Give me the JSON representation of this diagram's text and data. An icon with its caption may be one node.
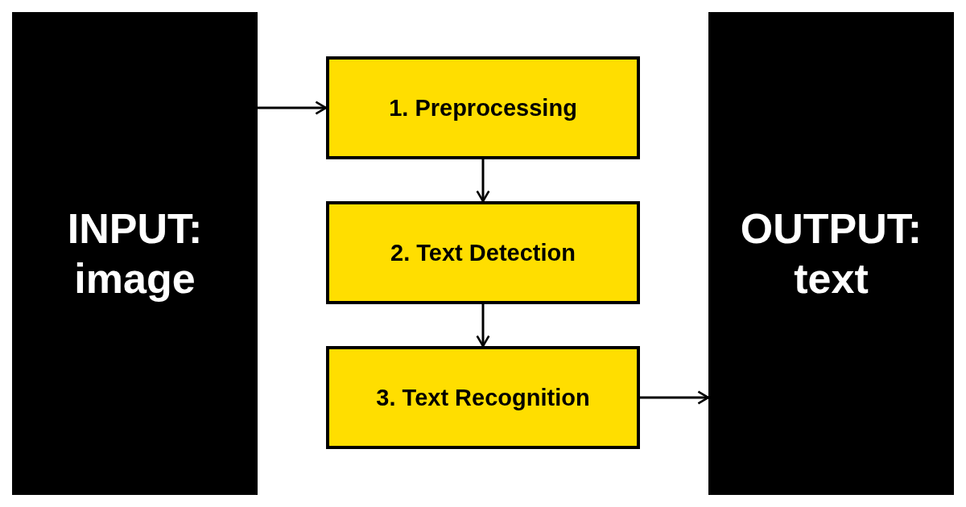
{
  "diagram": {
    "nodes": [
      {
        "text": [
          "INPUT: image"
        ]
      },
      {
        "text": [
          "1. Preprocessing"
        ]
      },
      {
        "text": [
          "2. Text Detection"
        ]
      },
      {
        "text": [
          "3. Text Recognition"
        ]
      },
      {
        "text": [
          "OUTPUT: text"
        ]
      }
    ],
    "edges": [
      {
        "from": 0,
        "to": 1,
        "arrow": "to"
      },
      {
        "from": 1,
        "to": 2,
        "arrow": "to"
      },
      {
        "from": 2,
        "to": 3,
        "arrow": "to"
      },
      {
        "from": 3,
        "to": 4,
        "arrow": "to"
      }
    ]
  }
}
